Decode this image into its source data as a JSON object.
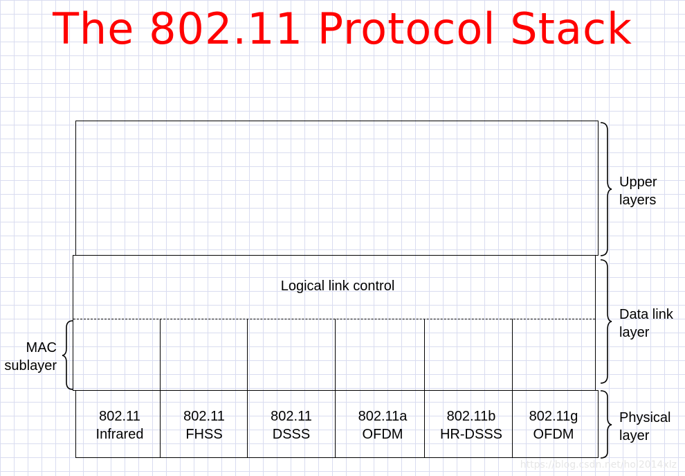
{
  "title": "The 802.11 Protocol Stack",
  "upper_layers": "Upper\nlayers",
  "llc": "Logical link control",
  "data_link": "Data link\nlayer",
  "mac": "MAC\nsublayer",
  "physical": "Physical\nlayer",
  "cells": [
    "802.11\nInfrared",
    "802.11\nFHSS",
    "802.11\nDSSS",
    "802.11a\nOFDM",
    "802.11b\nHR-DSSS",
    "802.11g\nOFDM"
  ],
  "watermark": "https://blog.csdn.net/hol2014xlz"
}
